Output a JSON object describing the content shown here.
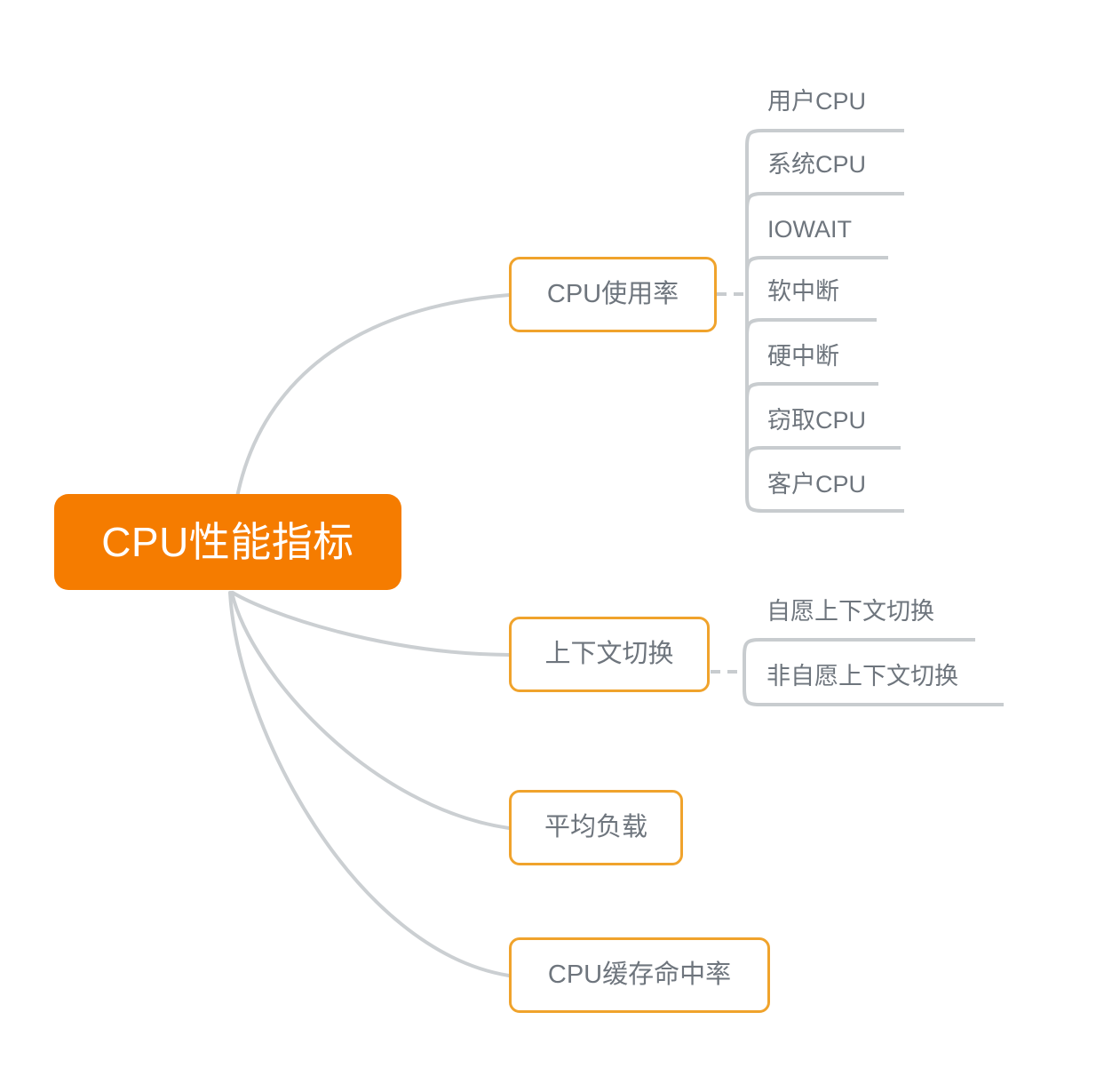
{
  "diagram": {
    "type": "mindmap",
    "title": "CPU性能指标",
    "background_color": "#ffffff",
    "root": {
      "label": "CPU性能指标",
      "fill_color": "#f57c00",
      "text_color": "#ffffff"
    },
    "style": {
      "branch_border_color": "#f0a32c",
      "branch_text_color": "#6e757d",
      "leaf_text_color": "#6e757d",
      "edge_color": "#cbcfd2",
      "leaf_rail_color": "#c8cccf"
    },
    "branches": [
      {
        "label": "CPU使用率",
        "leaves": [
          {
            "label": "用户CPU"
          },
          {
            "label": "系统CPU"
          },
          {
            "label": "IOWAIT"
          },
          {
            "label": "软中断"
          },
          {
            "label": "硬中断"
          },
          {
            "label": "窃取CPU"
          },
          {
            "label": "客户CPU"
          }
        ]
      },
      {
        "label": "上下文切换",
        "leaves": [
          {
            "label": "自愿上下文切换"
          },
          {
            "label": "非自愿上下文切换"
          }
        ]
      },
      {
        "label": "平均负载",
        "leaves": []
      },
      {
        "label": "CPU缓存命中率",
        "leaves": []
      }
    ]
  }
}
